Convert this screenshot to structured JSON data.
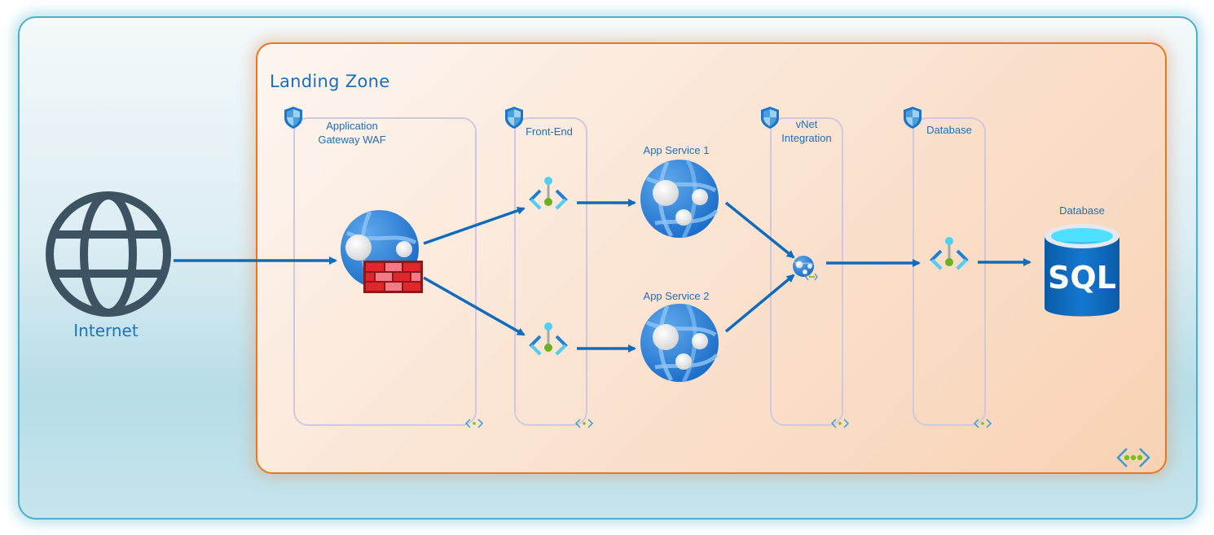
{
  "diagram": {
    "landing_zone": {
      "title": "Landing Zone"
    },
    "internet": {
      "label": "Internet",
      "icon": "globe-icon"
    },
    "subnets": [
      {
        "id": "appgw",
        "label_line1": "Application",
        "label_line2": "Gateway WAF",
        "icon": "shield-icon"
      },
      {
        "id": "frontend",
        "label": "Front-End",
        "icon": "shield-icon"
      },
      {
        "id": "vnetint",
        "label_line1": "vNet",
        "label_line2": "Integration",
        "icon": "shield-icon"
      },
      {
        "id": "database",
        "label": "Database",
        "icon": "shield-icon"
      }
    ],
    "nodes": {
      "app_gateway": {
        "icon": "app-gateway-waf-icon"
      },
      "private_endpoint_1": {
        "icon": "private-endpoint-icon"
      },
      "private_endpoint_2": {
        "icon": "private-endpoint-icon"
      },
      "app_service_1": {
        "label": "App Service 1",
        "icon": "app-service-icon"
      },
      "app_service_2": {
        "label": "App Service 2",
        "icon": "app-service-icon"
      },
      "vnet_integration": {
        "icon": "vnet-integration-icon"
      },
      "db_private_endpoint": {
        "icon": "private-endpoint-icon"
      },
      "sql_database": {
        "label": "Database",
        "text": "SQL",
        "icon": "sql-database-icon"
      }
    },
    "edges": [
      {
        "from": "Internet",
        "to": "Application Gateway WAF"
      },
      {
        "from": "Application Gateway WAF",
        "to": "Front-End endpoint 1"
      },
      {
        "from": "Application Gateway WAF",
        "to": "Front-End endpoint 2"
      },
      {
        "from": "Front-End endpoint 1",
        "to": "App Service 1"
      },
      {
        "from": "Front-End endpoint 2",
        "to": "App Service 2"
      },
      {
        "from": "App Service 1",
        "to": "vNet Integration"
      },
      {
        "from": "App Service 2",
        "to": "vNet Integration"
      },
      {
        "from": "vNet Integration",
        "to": "Database endpoint"
      },
      {
        "from": "Database endpoint",
        "to": "SQL Database"
      }
    ],
    "colors": {
      "outer_border": "#4faec9",
      "zone_border": "#e87722",
      "arrow": "#0f6cbd",
      "label_text": "#1f6fb5",
      "globe": "#3d5361"
    }
  }
}
